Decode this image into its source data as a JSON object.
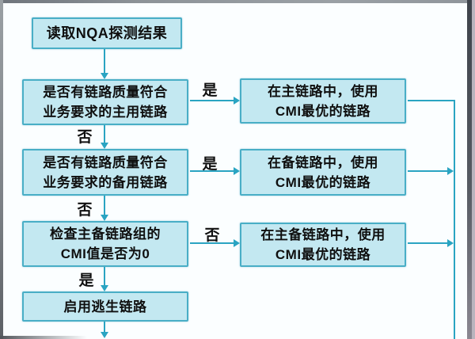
{
  "diagram": {
    "description": "NQA link-quality detection flowchart",
    "nodes": {
      "read_nqa": "读取NQA探测结果",
      "check_primary": "是否有链路质量符合\n业务要求的主用链路",
      "check_backup": "是否有链路质量符合\n业务要求的备用链路",
      "check_cmi": "检查主备链路组的\nCMI值是否为0",
      "enable_escape": "启用逃生链路",
      "use_primary": "在主链路中，使用\nCMI最优的链路",
      "use_backup": "在备链路中，使用\nCMI最优的链路",
      "use_primary_backup": "在主备链路中，使用\nCMI最优的链路"
    },
    "labels": {
      "yes": "是",
      "no": "否"
    },
    "colors": {
      "node_fill": "#c3e8f1",
      "node_border": "#49aec6",
      "arrow": "#2aa4c2",
      "text": "#0f0f0f",
      "canvas": "#fbfeff"
    }
  }
}
